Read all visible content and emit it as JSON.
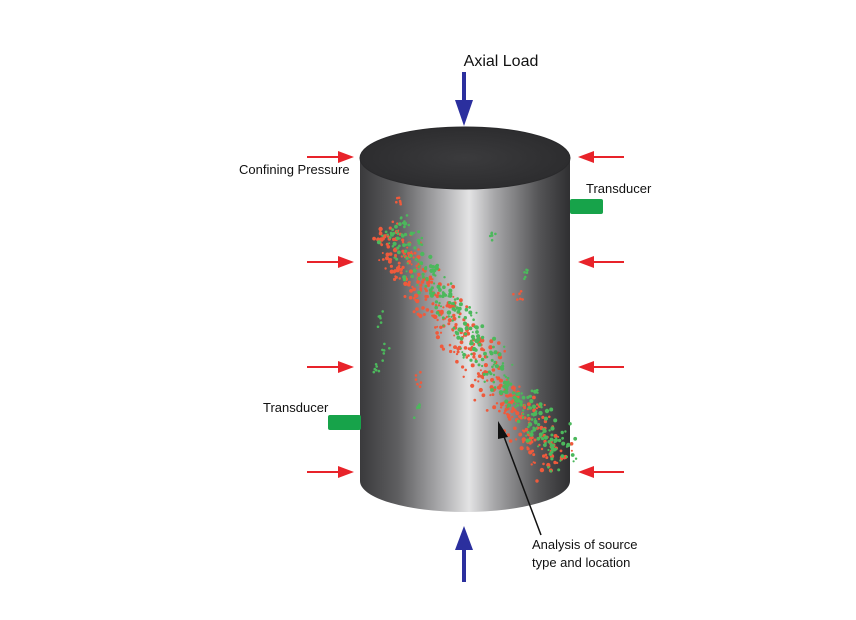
{
  "labels": {
    "axial_load": "Axial Load",
    "confining_pressure": "Confining Pressure",
    "transducer_right": "Transducer",
    "transducer_left": "Transducer",
    "analysis_line1": "Analysis of source",
    "analysis_line2": "type and location"
  },
  "colors": {
    "axial_arrow": "#2b2f9e",
    "pressure_arrow": "#e8232a",
    "transducer": "#17a34a",
    "event_red": "#ef5a3c",
    "event_green": "#4cb85c",
    "cylinder_dark": "#3a3a3c",
    "cylinder_light": "#d8d8d8"
  },
  "icons": {
    "axial_arrow": "arrow-down-icon",
    "pressure_arrow": "arrow-right-icon",
    "transducer": "sensor-icon"
  }
}
